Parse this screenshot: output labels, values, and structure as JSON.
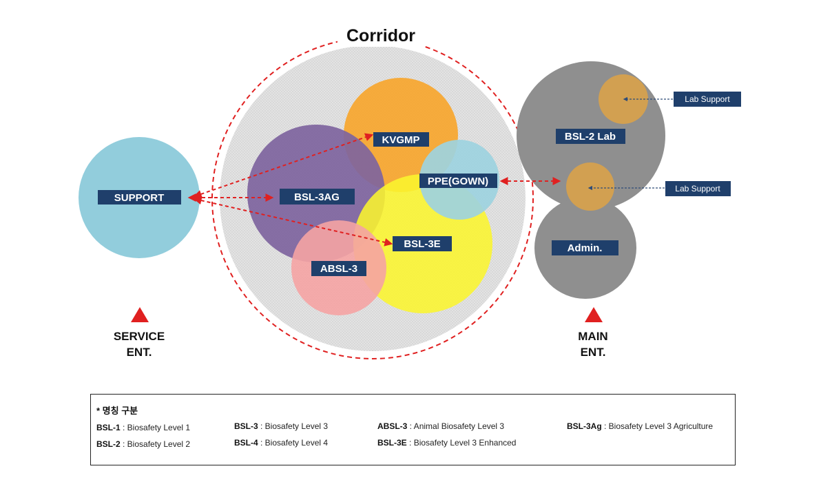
{
  "corridor": {
    "title": "Corridor"
  },
  "areas": {
    "support": "SUPPORT",
    "kvgmp": "KVGMP",
    "bsl3ag": "BSL-3AG",
    "ppe": "PPE(GOWN)",
    "bsl3e": "BSL-3E",
    "absl3": "ABSL-3",
    "bsl2lab": "BSL-2 Lab",
    "admin": "Admin.",
    "lab_support_1": "Lab Support",
    "lab_support_2": "Lab Support"
  },
  "entrances": {
    "service": {
      "line1": "SERVICE",
      "line2": "ENT."
    },
    "main": {
      "line1": "MAIN",
      "line2": "ENT."
    }
  },
  "legend": {
    "title": "* 명칭 구분",
    "items": [
      {
        "abbr": "BSL-1",
        "desc": " : Biosafety Level 1"
      },
      {
        "abbr": "BSL-2",
        "desc": " : Biosafety Level 2"
      },
      {
        "abbr": "BSL-3",
        "desc": " : Biosafety Level 3"
      },
      {
        "abbr": "BSL-4",
        "desc": " : Biosafety Level 4"
      },
      {
        "abbr": "ABSL-3",
        "desc": " : Animal Biosafety Level 3"
      },
      {
        "abbr": "BSL-3E",
        "desc": " : Biosafety Level 3 Enhanced"
      },
      {
        "abbr": "BSL-3Ag",
        "desc": " : Biosafety Level 3 Agriculture"
      }
    ]
  },
  "colors": {
    "support": "#92CDDC",
    "corridor_ring": "#E02020",
    "corridor_fill": "#D9D9D9",
    "kvgmp": "#F7A833",
    "bsl3ag": "#7E649E",
    "bsl3e": "#FAF52E",
    "absl3": "#F5A3A3",
    "ppe": "#9DD3DF",
    "bsl2": "#8F8F8F",
    "admin": "#8F8F8F",
    "lab_support": "#D9A24A",
    "label_bg": "#1F3F6B",
    "arrow": "#E02020",
    "dotted_arrow": "#2F4C78",
    "entrance": "#E02020"
  }
}
